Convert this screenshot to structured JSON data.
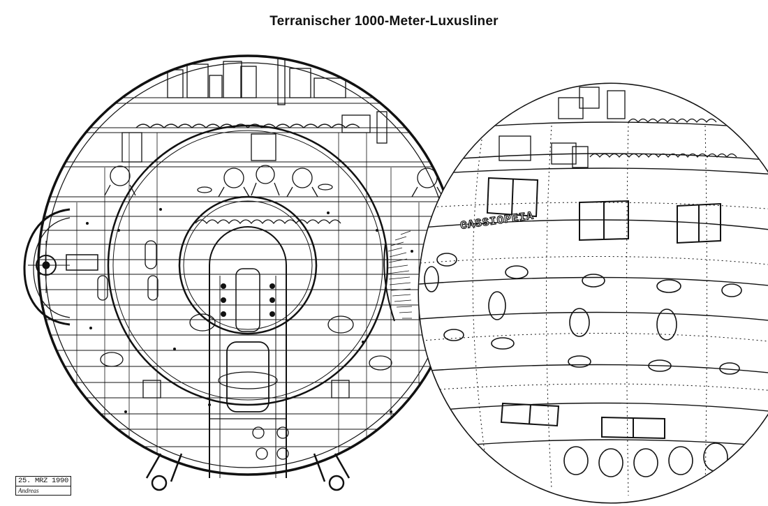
{
  "title": "Terranischer 1000-Meter-Luxusliner",
  "ship_name": "CASSIOPEIA",
  "stamp": {
    "date": "25. MRZ 1990",
    "signature": "Andreas"
  },
  "colors": {
    "ink": "#111111",
    "paper": "#ffffff"
  }
}
